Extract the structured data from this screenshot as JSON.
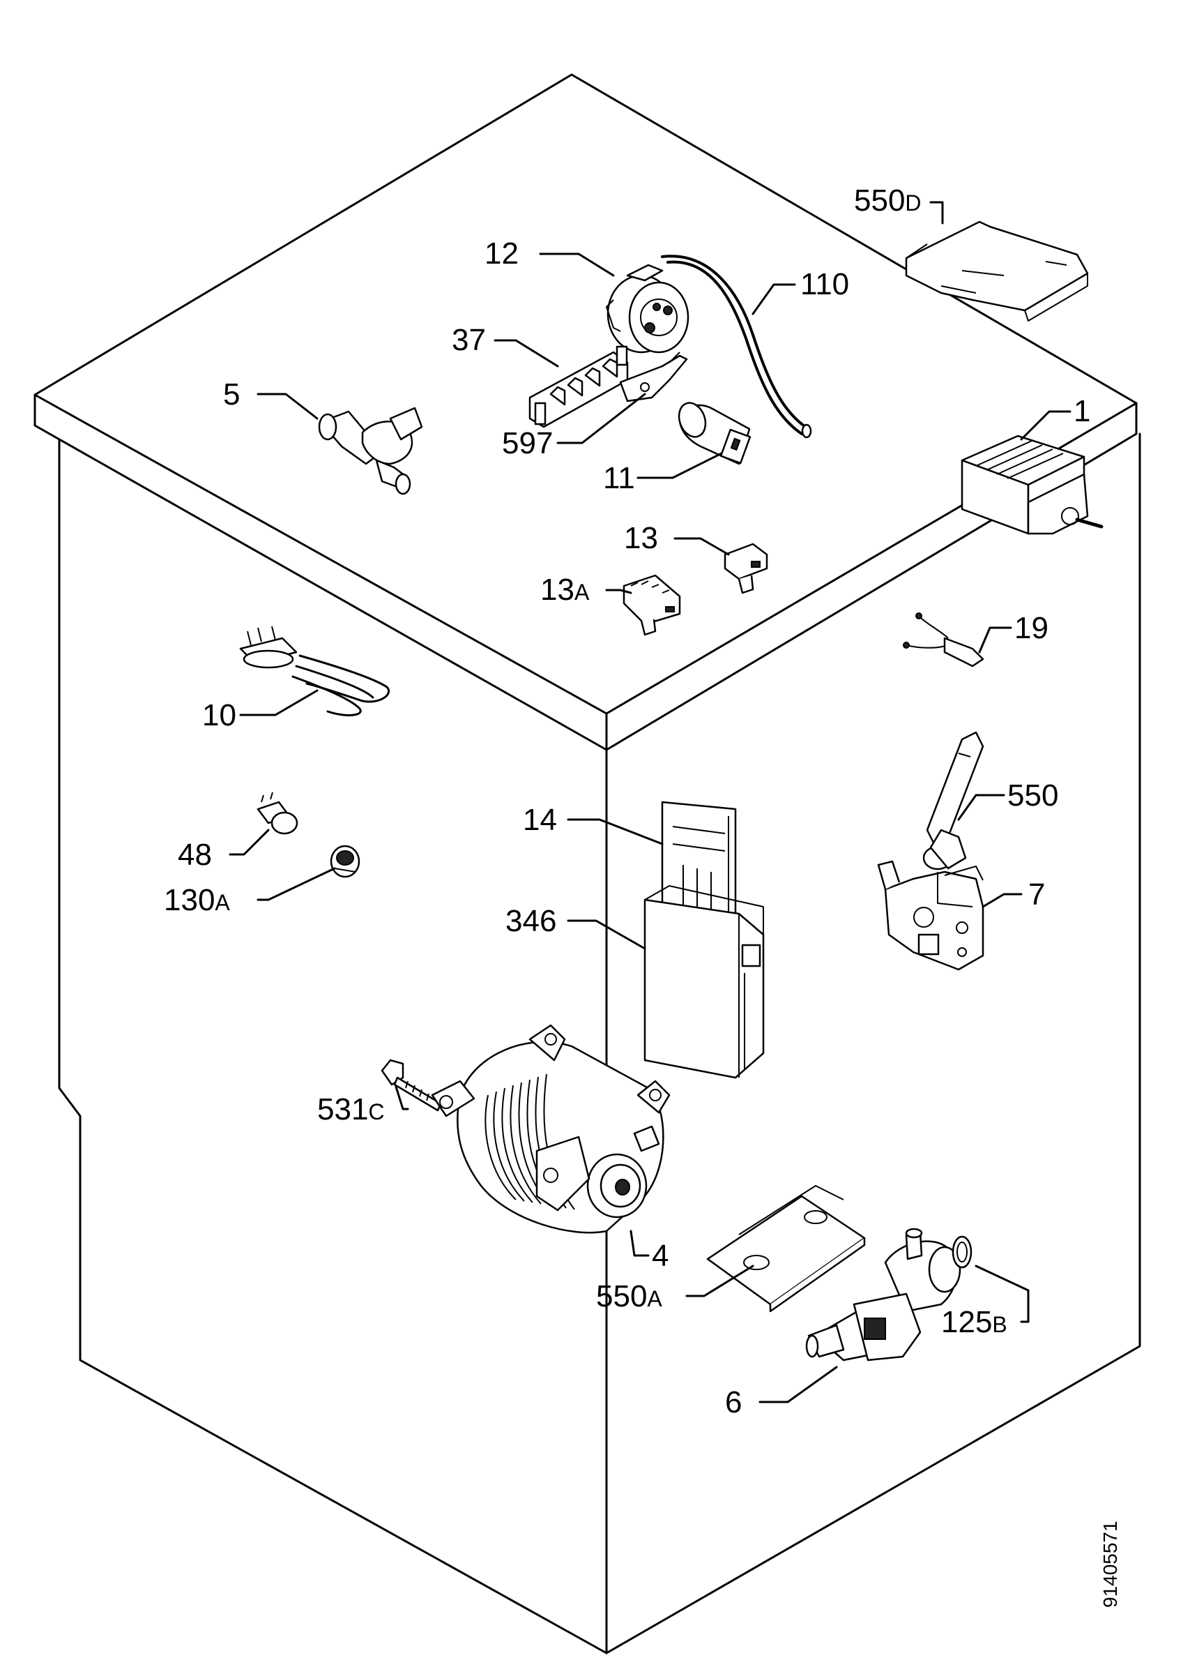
{
  "labels": {
    "p550d": {
      "main": "550",
      "suffix": "D"
    },
    "p12": "12",
    "p110": "110",
    "p37": "37",
    "p5": "5",
    "p597": "597",
    "p11": "11",
    "p1": "1",
    "p13": "13",
    "p13a": {
      "main": "13",
      "suffix": "A"
    },
    "p19": "19",
    "p10": "10",
    "p14": "14",
    "p550": "550",
    "p48": "48",
    "p130a": {
      "main": "130",
      "suffix": "A"
    },
    "p7": "7",
    "p346": "346",
    "p531c": {
      "main": "531",
      "suffix": "C"
    },
    "p4": "4",
    "p550a": {
      "main": "550",
      "suffix": "A"
    },
    "p125b": {
      "main": "125",
      "suffix": "B"
    },
    "p6": "6"
  },
  "drawing_number": "91405571"
}
